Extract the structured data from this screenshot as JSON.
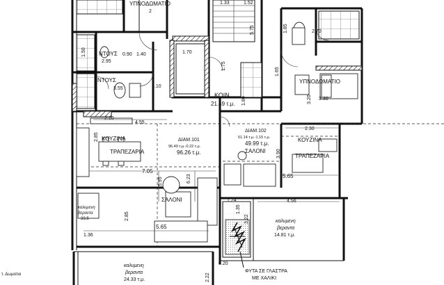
{
  "rooms": {
    "bedroom_top": "ΥΠΝΟΔΩΜΑΤΙΟ",
    "bedroom_top_num": "2",
    "bedroom_right": "ΥΠΝΟΔΩΜΑΤΙΟ",
    "wc_1": "ΝΤΟΥΣ",
    "wc_2": "ΝΤΟΥΣ",
    "common": "ΚΟΙΝ.",
    "common_area": "21.49 τ.μ.",
    "flat_101": "ΔΙΑΜ.101",
    "flat_101_area1": "96.49 τ.μ.-0.22 τ.μ.",
    "flat_101_area2": "96.26 τ.μ.",
    "flat_102": "ΔΙΑΜ.102",
    "flat_102_area1": "51.14 τ.μ.-1.15 τ.μ.",
    "flat_102_area2": "49.99 τ.μ.",
    "kitchen_1": "ΚΟΥΖΙΝΑ",
    "dining_1": "ΤΡΑΠΕΖΑΡΙΑ",
    "kitchen_2": "ΚΟΥΖΙΝΑ",
    "dining_2": "ΤΡΑΠΕΖΑΡΙΑ",
    "living_1": "ΣΑΛΟΝΙ",
    "living_2": "ΣΑΛΟΝΙ",
    "veranda_right_1": "καλυμενη",
    "veranda_right_2": "βεραντα",
    "veranda_right_area": "14.81 τ.μ.",
    "veranda_bottom_1": "καλυμενη",
    "veranda_bottom_2": "βεραντα",
    "veranda_bottom_area": "24.33 τ.μ.",
    "veranda_left_1": "καλυμενη",
    "veranda_left_2": "βεραντα",
    "veranda_left_area": "33.5",
    "planter_1": "ΦΥΤΑ ΣΕ ΓΛΑΣΤΡΑ",
    "planter_2": "ΜΕ ΧΑΛΙΚΙ",
    "edge_note": "τ. Δωματια"
  },
  "dimensions": {
    "d_1_33": "1.33",
    "d_1_52": "1.52",
    "d_1_85": "1.85",
    "d_2_70": "2.70",
    "d_5_75": "5.75",
    "d_1_50": "1.50",
    "d_0_90": "0.90",
    "d_1_40": "1.40",
    "d_2_95": "2.95",
    "d_1_70": "1.70",
    "d_1_75": "1.75",
    "d_1_65": "1.65",
    "d_3_20": "3.20",
    "d_3_30": "3.30",
    "d_1_10": "1.10",
    "d_3_55": "3.55",
    "d_1_80": "1.80",
    "d_2_10": "2.10",
    "d_4_55": "4.55",
    "d_2_30": "2.30",
    "d_2_85_a": "2.85",
    "d_7_05": "7.05",
    "d_3_90": "3.90",
    "d_5_65_right": "5.65",
    "d_5_95": "5.95",
    "d_6_23": "6.23",
    "d_1_24": "1.24",
    "d_1_35": "1.35",
    "d_4_56": "4.56",
    "d_3_22": "3.22",
    "d_2_85_b": "2.85",
    "d_5_65_bottom": "5.65",
    "d_0_20": "0.20",
    "d_2_22": "2.22",
    "d_1_36": "1.36"
  }
}
